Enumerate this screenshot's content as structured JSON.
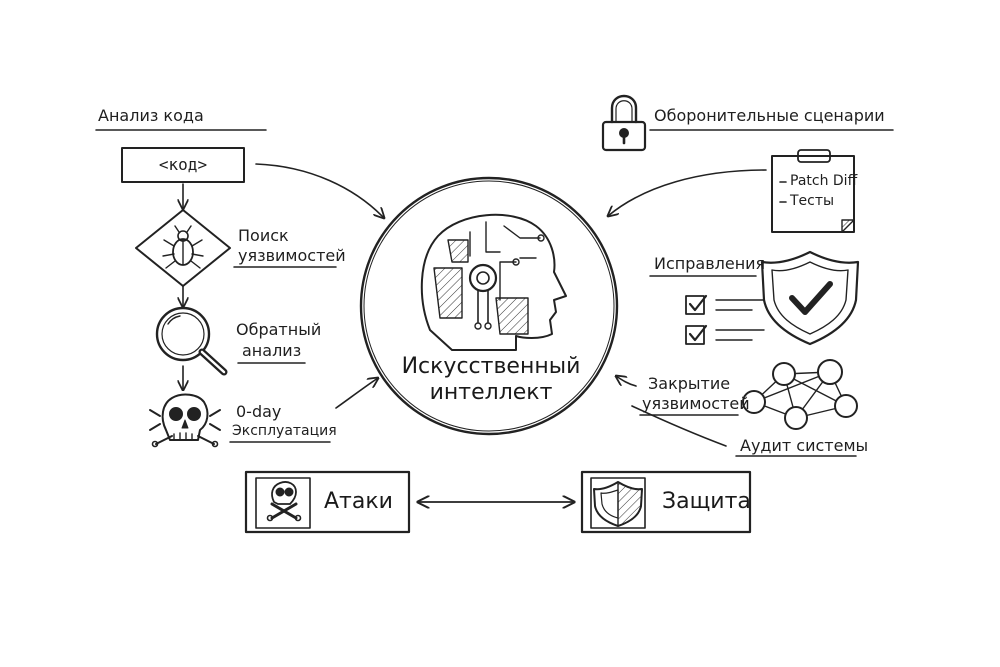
{
  "ink": "#222222",
  "center": {
    "line1": "Искусственный",
    "line2": "интеллект"
  },
  "left": {
    "code_analysis": "Анализ кода",
    "code_tag": "<код>",
    "vuln_search_1": "Поиск",
    "vuln_search_2": "уязвимостей",
    "reverse_1": "Обратный",
    "reverse_2": "анализ",
    "zero_day_1": "0-day",
    "zero_day_2": "Эксплуатация"
  },
  "right": {
    "defense_scenarios": "Оборонительные сценарии",
    "clipboard_line1": "Patch Diff",
    "clipboard_line2": "Тесты",
    "fixes": "Исправления",
    "closing_1": "Закрытие",
    "closing_2": "уязвимостей",
    "system_audit": "Аудит системы"
  },
  "bottom": {
    "attacks": "Атаки",
    "defense": "Защита"
  },
  "icons": [
    "padlock-icon",
    "bug-icon",
    "magnifier-icon",
    "skull-icon",
    "robot-head-icon",
    "clipboard-icon",
    "checkbox-icon",
    "shield-check-icon",
    "network-icon",
    "skull-crossbones-icon",
    "shield-icon"
  ]
}
